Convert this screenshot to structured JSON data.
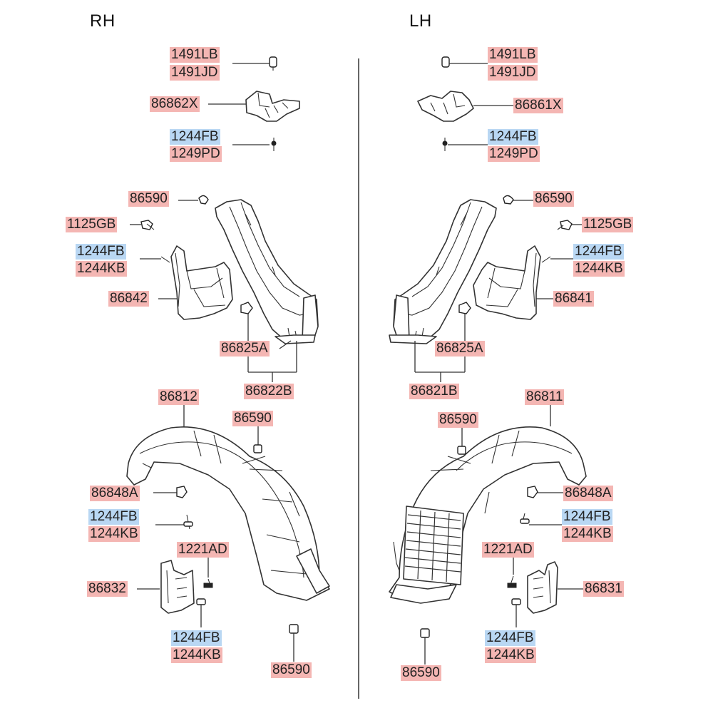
{
  "sides": {
    "rh": "RH",
    "lh": "LH"
  },
  "colors": {
    "part_label": "#f4b6b3",
    "fastener_label": "#b9d7f3",
    "line": "#333333"
  },
  "rh": {
    "clip_top_1": "1491LB",
    "clip_top_2": "1491JD",
    "bracket_upper": "86862X",
    "screw_upper_1": "1244FB",
    "screw_upper_2": "1249PD",
    "clip_mid": "86590",
    "bolt_mid": "1125GB",
    "screw_flap_1": "1244FB",
    "screw_flap_2": "1244KB",
    "mud_guard": "86842",
    "clip_retainer": "86825A",
    "liner_rear": "86822B",
    "liner_front": "86812",
    "clip_liner": "86590",
    "clip_grommet": "86848A",
    "screw_liner_1": "1244FB",
    "screw_liner_2": "1244KB",
    "bolt_lower": "1221AD",
    "bracket_lower": "86832",
    "screw_lower_1": "1244FB",
    "screw_lower_2": "1244KB",
    "clip_bottom": "86590"
  },
  "lh": {
    "clip_top_1": "1491LB",
    "clip_top_2": "1491JD",
    "bracket_upper": "86861X",
    "screw_upper_1": "1244FB",
    "screw_upper_2": "1249PD",
    "clip_mid": "86590",
    "bolt_mid": "1125GB",
    "screw_flap_1": "1244FB",
    "screw_flap_2": "1244KB",
    "mud_guard": "86841",
    "clip_retainer": "86825A",
    "liner_rear": "86821B",
    "liner_front": "86811",
    "clip_liner": "86590",
    "clip_grommet": "86848A",
    "screw_liner_1": "1244FB",
    "screw_liner_2": "1244KB",
    "bolt_lower": "1221AD",
    "bracket_lower": "86831",
    "screw_lower_1": "1244FB",
    "screw_lower_2": "1244KB",
    "clip_bottom": "86590"
  }
}
